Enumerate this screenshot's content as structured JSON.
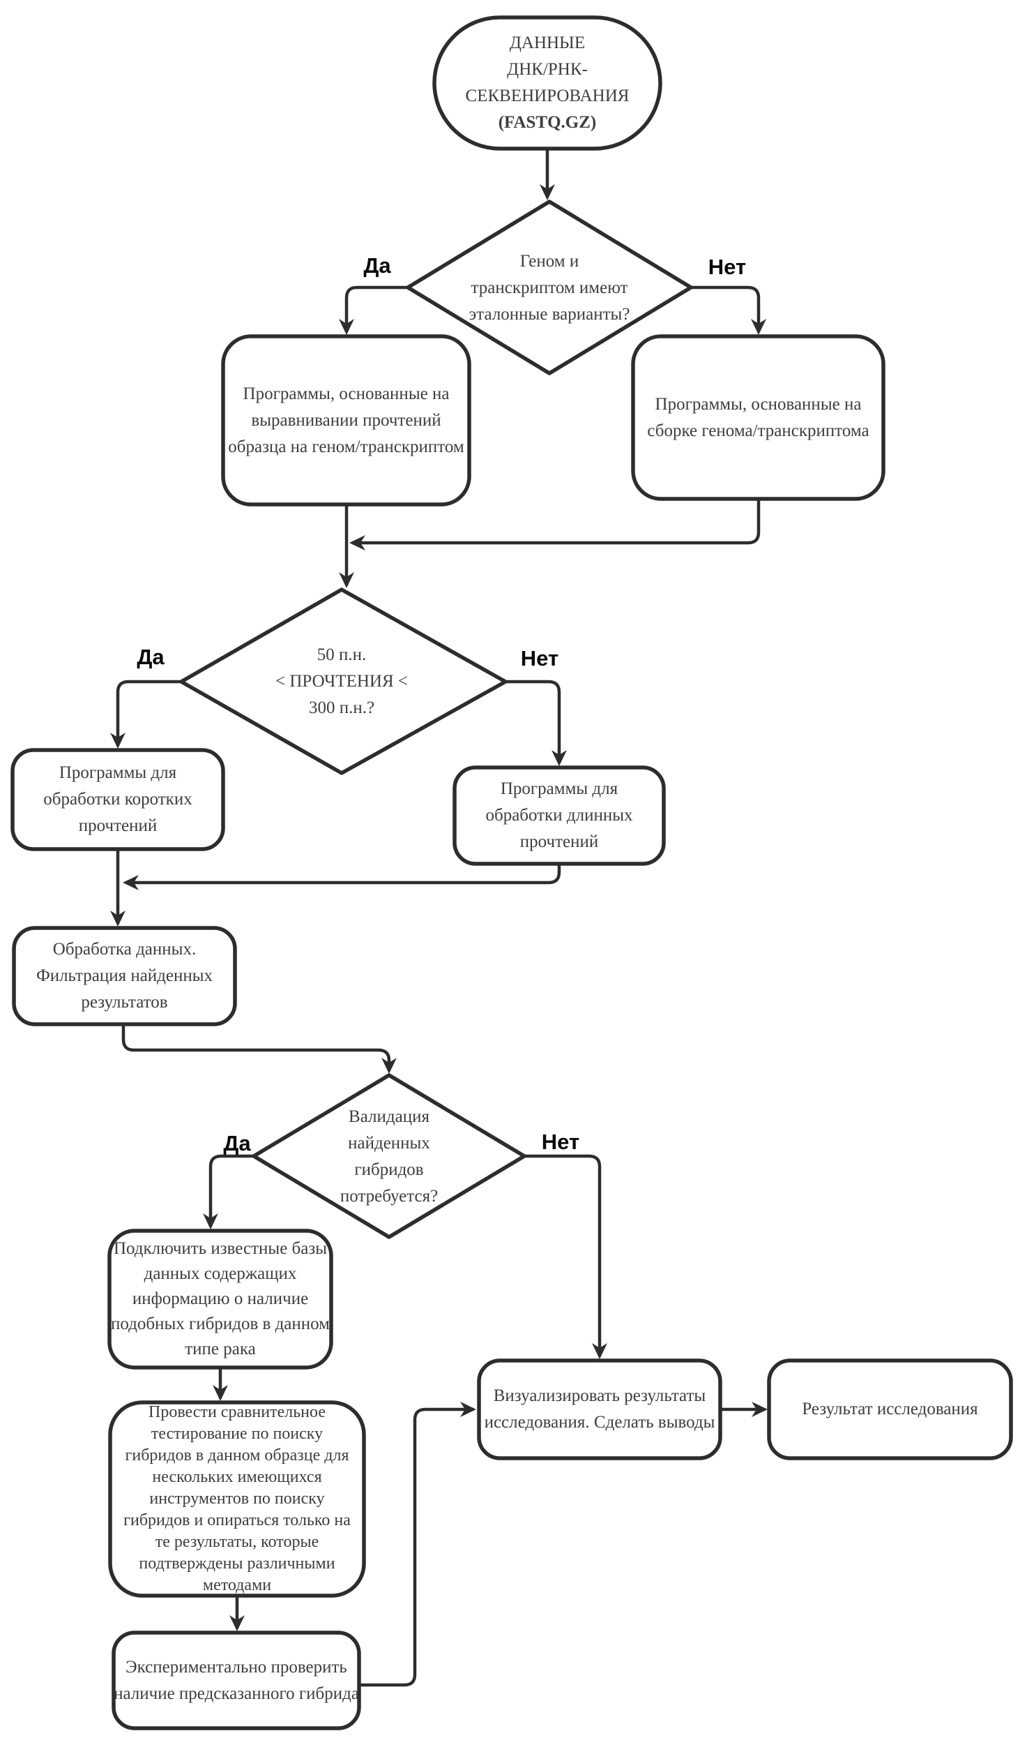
{
  "flowchart": {
    "nodes": {
      "start": {
        "shape": "terminator",
        "lines": [
          "ДАННЫЕ",
          "ДНК/РНК-",
          "СЕКВЕНИРОВАНИЯ",
          "(FASTQ.GZ)"
        ]
      },
      "ref_decision": {
        "shape": "decision",
        "lines": [
          "Геном и",
          "транскриптом имеют",
          "эталонные варианты?"
        ],
        "yes": "Да",
        "no": "Нет"
      },
      "align_tools": {
        "shape": "process",
        "lines": [
          "Программы, основанные на",
          "выравнивании прочтений",
          "образца на геном/транскриптом"
        ]
      },
      "assembly_tools": {
        "shape": "process",
        "lines": [
          "Программы, основанные на",
          "сборке генома/транскриптома"
        ]
      },
      "read_length_decision": {
        "shape": "decision",
        "lines": [
          "50 п.н.",
          "< ПРОЧТЕНИЯ <",
          "300 п.н.?"
        ],
        "yes": "Да",
        "no": "Нет"
      },
      "short_read_tools": {
        "shape": "process",
        "lines": [
          "Программы для",
          "обработки коротких",
          "прочтений"
        ]
      },
      "long_read_tools": {
        "shape": "process",
        "lines": [
          "Программы для",
          "обработки длинных",
          "прочтений"
        ]
      },
      "processing": {
        "shape": "process",
        "lines": [
          "Обработка данных.",
          "Фильтрация найденных",
          "результатов"
        ]
      },
      "validation_decision": {
        "shape": "decision",
        "lines": [
          "Валидация",
          "найденных",
          "гибридов",
          "потребуется?"
        ],
        "yes": "Да",
        "no": "Нет"
      },
      "databases": {
        "shape": "process",
        "lines": [
          "Подключить известные базы",
          "данных содержащих",
          "информацию о наличие",
          "подобных гибридов в данном",
          "типе рака"
        ]
      },
      "benchmark": {
        "shape": "process",
        "lines": [
          "Провести сравнительное",
          "тестирование по поиску",
          "гибридов в данном образце для",
          "нескольких имеющихся",
          "инструментов по поиску",
          "гибридов и опираться только на",
          "те результаты, которые",
          "подтверждены различными",
          "методами"
        ]
      },
      "experiment": {
        "shape": "process",
        "lines": [
          "Экспериментально проверить",
          "наличие предсказанного гибрида"
        ]
      },
      "visualize": {
        "shape": "process",
        "lines": [
          "Визуализировать результаты",
          "исследования. Сделать выводы"
        ]
      },
      "result": {
        "shape": "process",
        "lines": [
          "Результат исследования"
        ]
      }
    },
    "colors": {
      "stroke": "#2d2d2d",
      "text": "#3e3e3e",
      "label": "#0a0a0a",
      "background": "#ffffff"
    }
  }
}
